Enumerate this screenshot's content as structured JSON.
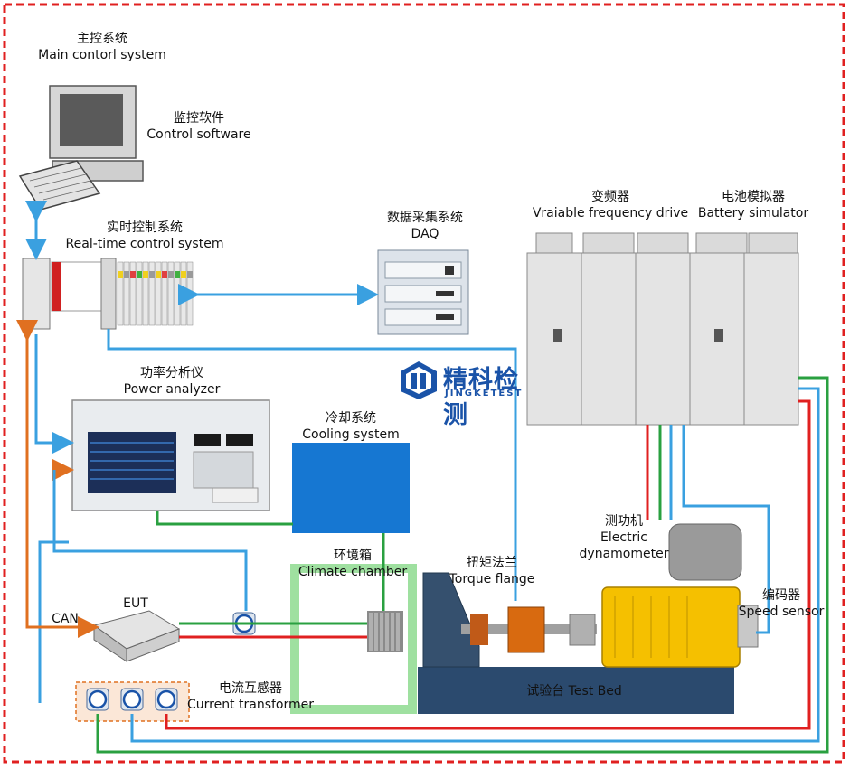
{
  "nodes": {
    "main_control": {
      "cn": "主控系统",
      "en": "Main contorl  system"
    },
    "control_software": {
      "cn": "监控软件",
      "en": "Control software"
    },
    "realtime_control": {
      "cn": "实时控制系统",
      "en": "Real-time control system"
    },
    "daq": {
      "cn": "数据采集系统",
      "en": "DAQ"
    },
    "vfd": {
      "cn": "变频器",
      "en": "Vraiable frequency drive"
    },
    "battery_sim": {
      "cn": "电池模拟器",
      "en": "Battery simulator"
    },
    "power_analyzer": {
      "cn": "功率分析仪",
      "en": "Power analyzer"
    },
    "cooling": {
      "cn": "冷却系统",
      "en": "Cooling system"
    },
    "climate_chamber": {
      "cn": "环境箱",
      "en": "Climate chamber"
    },
    "torque_flange": {
      "cn": "扭矩法兰",
      "en": "Torque flange"
    },
    "dynamometer": {
      "cn": "测功机",
      "en1": "Electric",
      "en2": "dynamometer"
    },
    "speed_sensor": {
      "cn": "编码器",
      "en": "Speed sensor"
    },
    "can": {
      "label": "CAN"
    },
    "eut": {
      "label": "EUT"
    },
    "current_transformer": {
      "cn": "电流互感器",
      "en": "Current transformer"
    },
    "test_bed": {
      "label": "试验台 Test Bed"
    }
  },
  "brand": {
    "cn": "精科检测",
    "en": "JINGKETEST"
  },
  "colors": {
    "border": "#e02020",
    "signal": "#3aa0e0",
    "power_red": "#e02020",
    "power_green": "#2aa040",
    "can_orange": "#e07020",
    "cooling_box": "#1677d2",
    "chamber": "#9fe0a0",
    "bed": "#2b4a6e",
    "machine_yellow": "#f5c000",
    "brand": "#1a53a8"
  }
}
